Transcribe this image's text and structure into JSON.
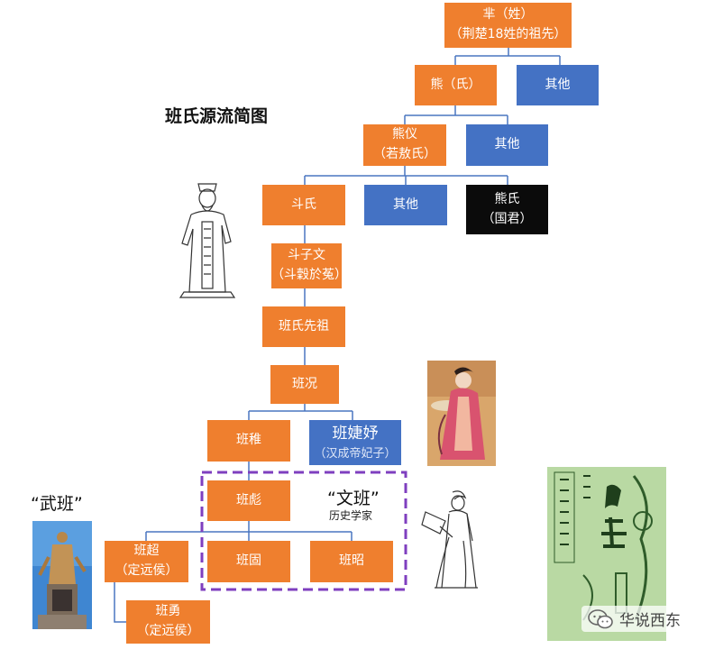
{
  "title": "班氏源流简图",
  "nodes": {
    "mi": {
      "line1": "芈（姓）",
      "line2": "（荆楚18姓的祖先）"
    },
    "xiong": {
      "line1": "熊（氏）"
    },
    "other1": {
      "line1": "其他"
    },
    "xiongyi": {
      "line1": "熊仪",
      "line2": "（若敖氏）"
    },
    "other2": {
      "line1": "其他"
    },
    "dou": {
      "line1": "斗氏"
    },
    "other3": {
      "line1": "其他"
    },
    "xiongshi": {
      "line1": "熊氏",
      "line2": "（国君）"
    },
    "douziwen": {
      "line1": "斗子文",
      "line2": "（斗穀於菟）"
    },
    "banancestor": {
      "line1": "班氏先祖"
    },
    "bankuang": {
      "line1": "班况"
    },
    "banzhi": {
      "line1": "班稚"
    },
    "banjieyu": {
      "line1": "班婕妤",
      "line2": "（汉成帝妃子）"
    },
    "banbiao": {
      "line1": "班彪"
    },
    "banchao": {
      "line1": "班超",
      "line2": "（定远侯）"
    },
    "bangu": {
      "line1": "班固"
    },
    "banzhao": {
      "line1": "班昭"
    },
    "banyong": {
      "line1": "班勇",
      "line2": "（定远侯）"
    }
  },
  "labels": {
    "wenban": "“文班”",
    "wenban_sub": "历史学家",
    "wuban": "“武班”"
  },
  "watermark": "华说西东",
  "colors": {
    "orange": "#ef7f2e",
    "blue": "#4472c4",
    "black": "#0b0b0b",
    "dashed": "#7f3fbf"
  }
}
